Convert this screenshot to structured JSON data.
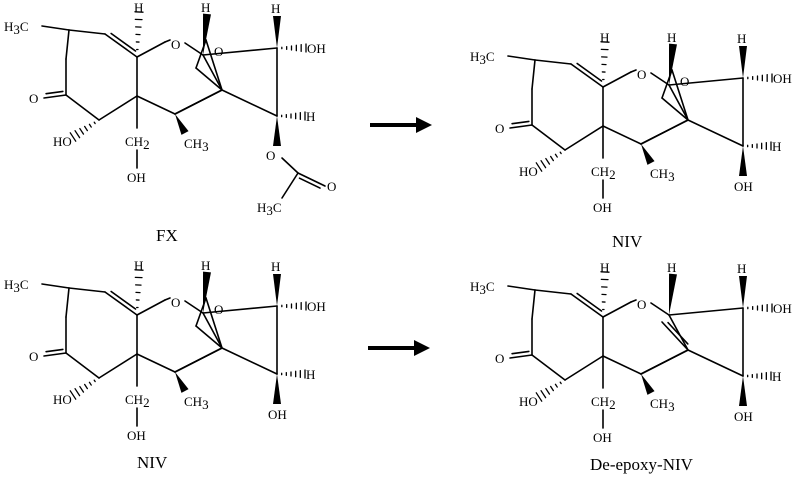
{
  "atom_labels": {
    "h3c": "H3C",
    "ch3": "CH3",
    "ch2": "CH2",
    "o": "O",
    "oh": "OH",
    "ho": "HO",
    "h": "H",
    "h3c_acetyl": "H3C"
  },
  "molecules": [
    {
      "name": "FX"
    },
    {
      "name": "NIV"
    },
    {
      "name": "NIV"
    },
    {
      "name": "De-epoxy-NIV"
    }
  ],
  "colors": {
    "ink": "#000000",
    "background": "#ffffff"
  }
}
